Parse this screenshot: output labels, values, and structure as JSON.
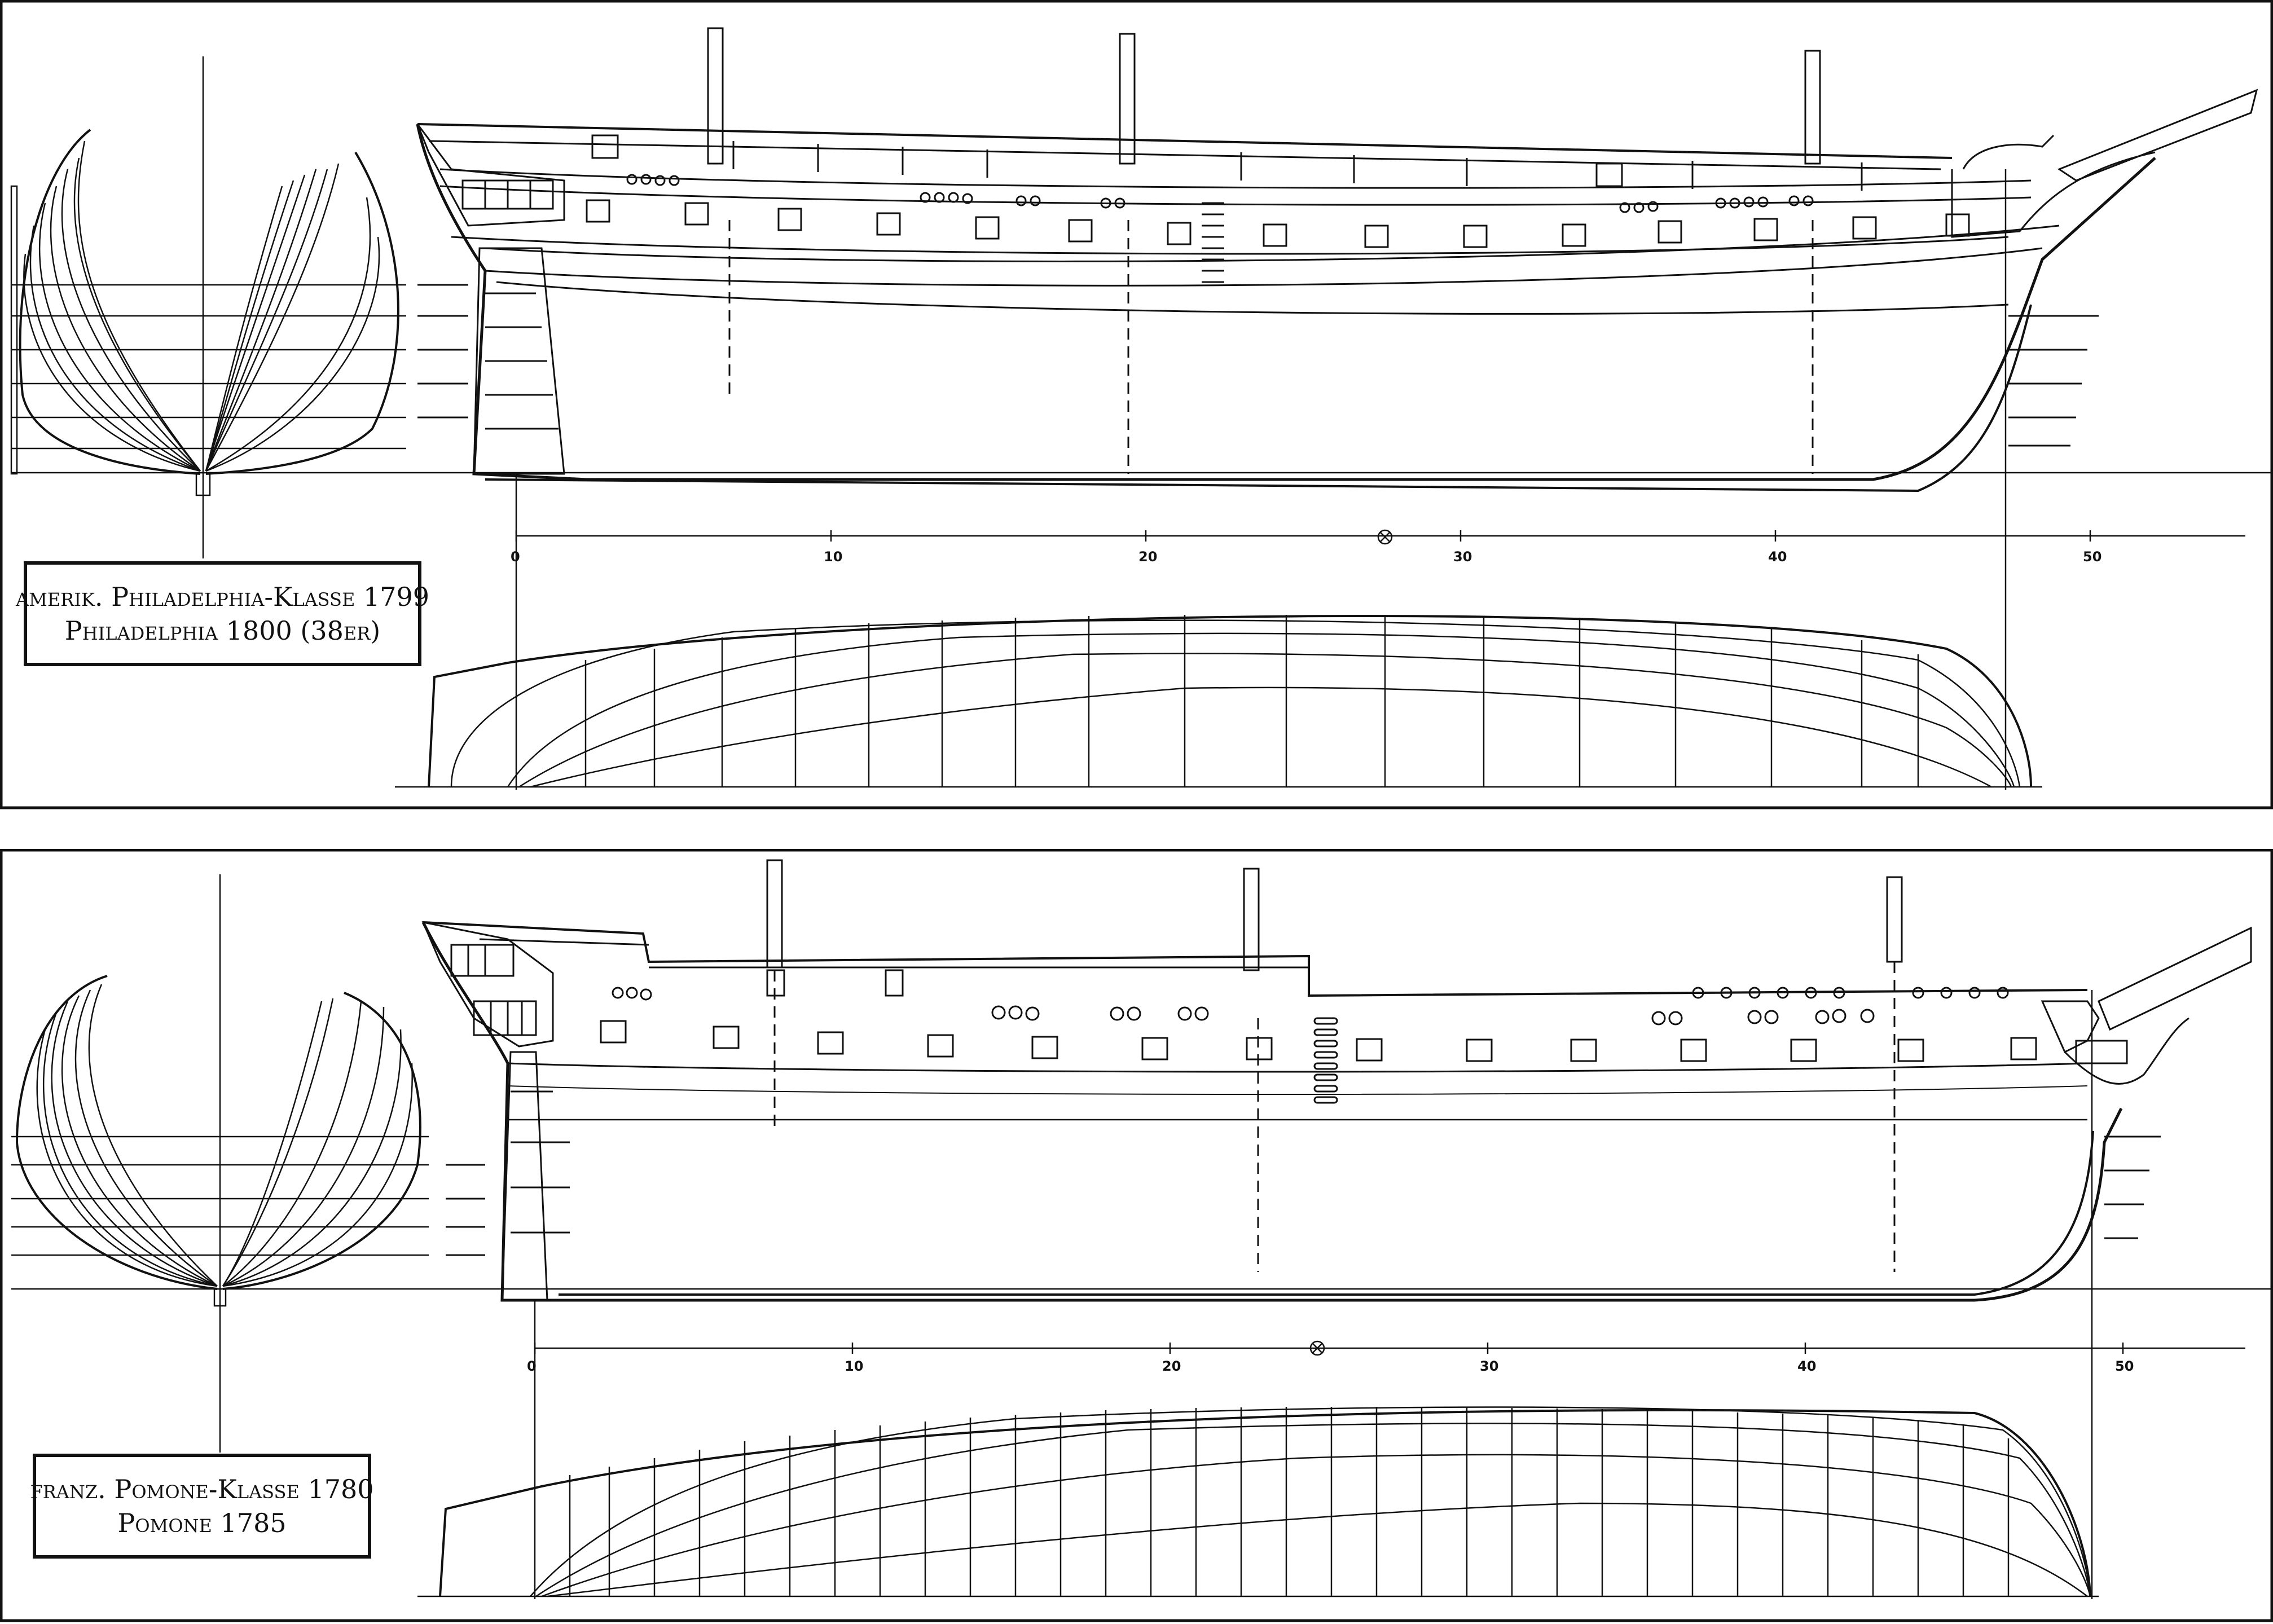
{
  "plates": [
    {
      "id": "philadelphia",
      "caption": {
        "line1": "amerik. Philadelphia-Klasse 1799",
        "line2": "Philadelphia 1800 (38er)"
      },
      "scale": {
        "labels": [
          "0",
          "10",
          "20",
          "30",
          "40",
          "50"
        ]
      }
    },
    {
      "id": "pomone",
      "caption": {
        "line1": "franz. Pomone-Klasse 1780",
        "line2": "Pomone 1785"
      },
      "scale": {
        "labels": [
          "0",
          "10",
          "20",
          "30",
          "40",
          "50"
        ]
      }
    }
  ],
  "colors": {
    "ink": "#111111",
    "paper": "#ffffff"
  }
}
